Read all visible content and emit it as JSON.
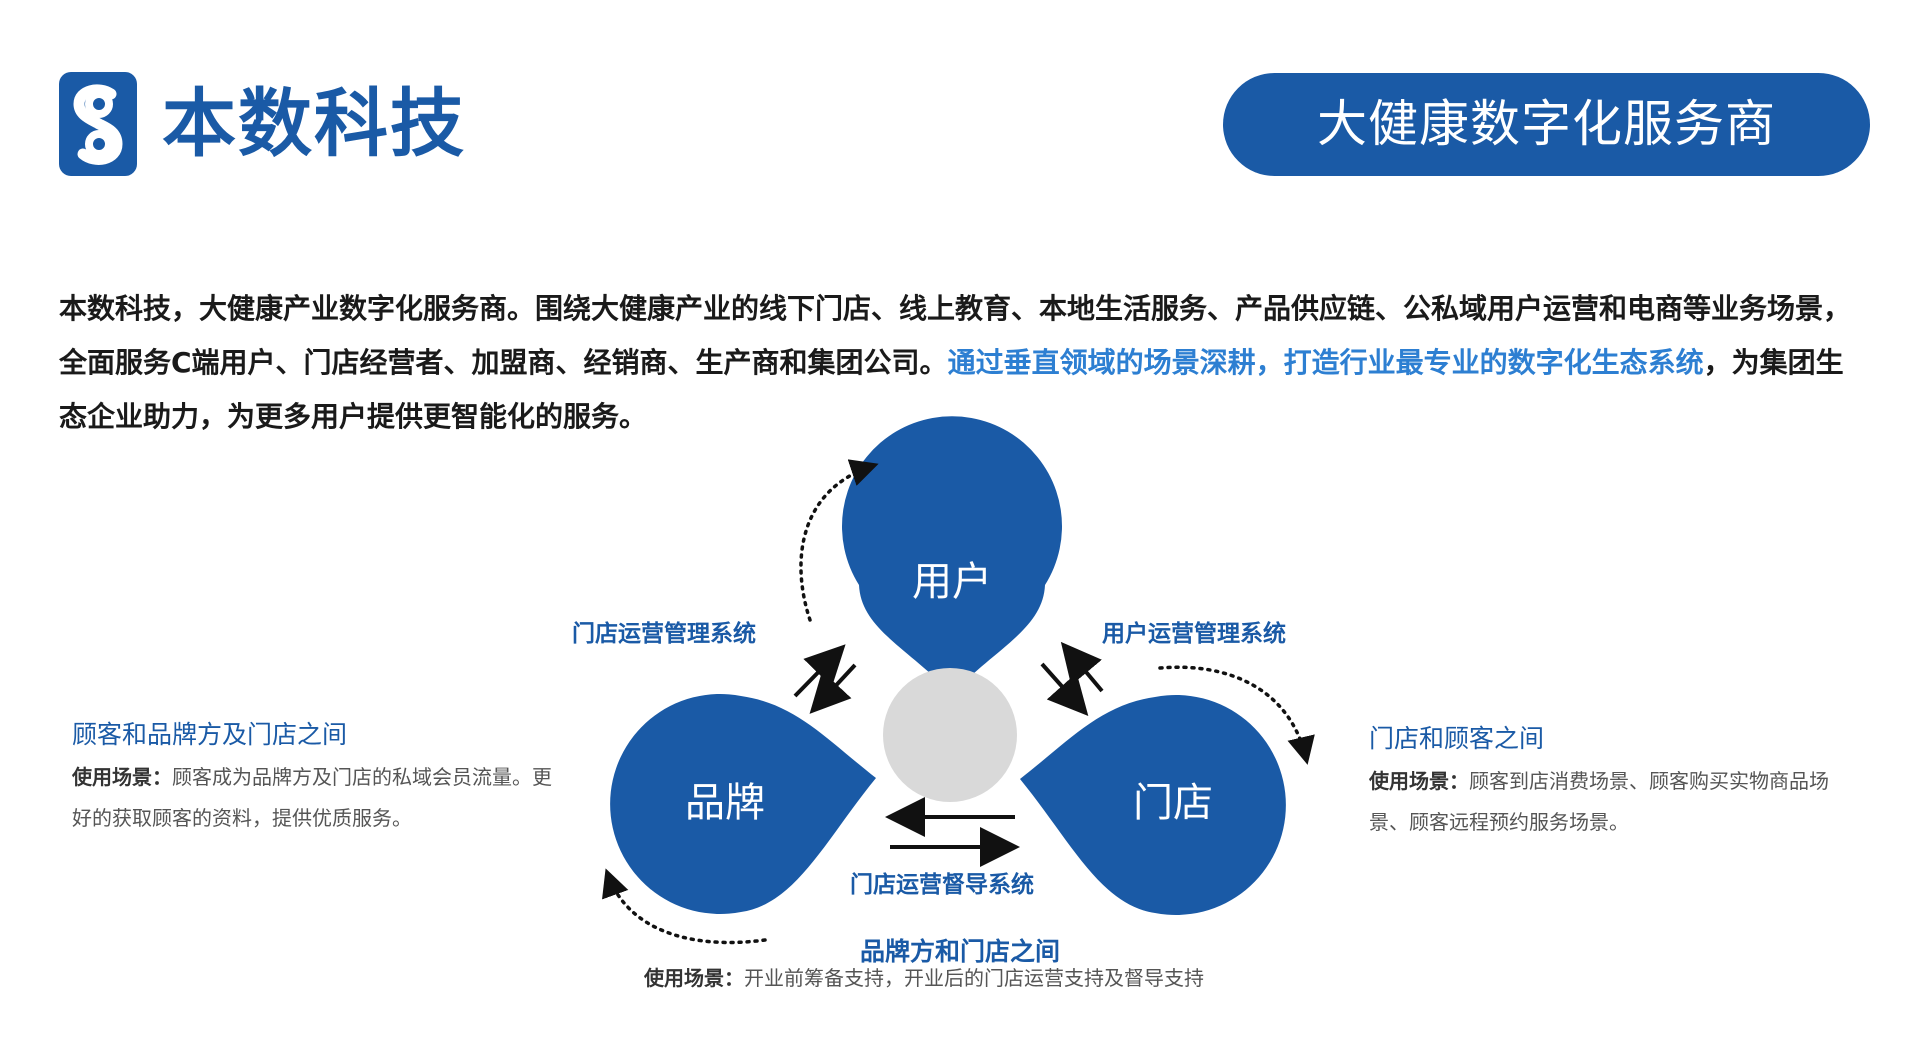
{
  "header": {
    "logo_text": "本数科技",
    "tagline": "大健康数字化服务商"
  },
  "intro": {
    "part1": "本数科技，大健康产业数字化服务商。围绕大健康产业的线下门店、线上教育、本地生活服务、产品供应链、公私域用户运营和电商等业务场景，全面服务C端用户、门店经营者、加盟商、经销商、生产商和集团公司。",
    "highlight": "通过垂直领域的场景深耕，打造行业最专业的数字化生态系统",
    "part2": "，为集团生态企业助力，为更多用户提供更智能化的服务。"
  },
  "diagram": {
    "nodes": {
      "user": "用户",
      "brand": "品牌",
      "store": "门店"
    },
    "systems": {
      "store_ops": "门店运营管理系统",
      "user_ops": "用户运营管理系统",
      "supervision": "门店运营督导系统"
    },
    "colors": {
      "node": "#1a5aa6",
      "center": "#d9d9d9"
    }
  },
  "scenarios": {
    "left": {
      "title": "顾客和品牌方及门店之间",
      "key": "使用场景：",
      "desc": "顾客成为品牌方及门店的私域会员流量。更好的获取顾客的资料，提供优质服务。"
    },
    "right": {
      "title": "门店和顾客之间",
      "key": "使用场景：",
      "desc": "顾客到店消费场景、顾客购买实物商品场景、顾客远程预约服务场景。"
    },
    "bottom": {
      "title": "品牌方和门店之间",
      "key": "使用场景：",
      "desc": "开业前筹备支持，开业后的门店运营支持及督导支持"
    }
  }
}
